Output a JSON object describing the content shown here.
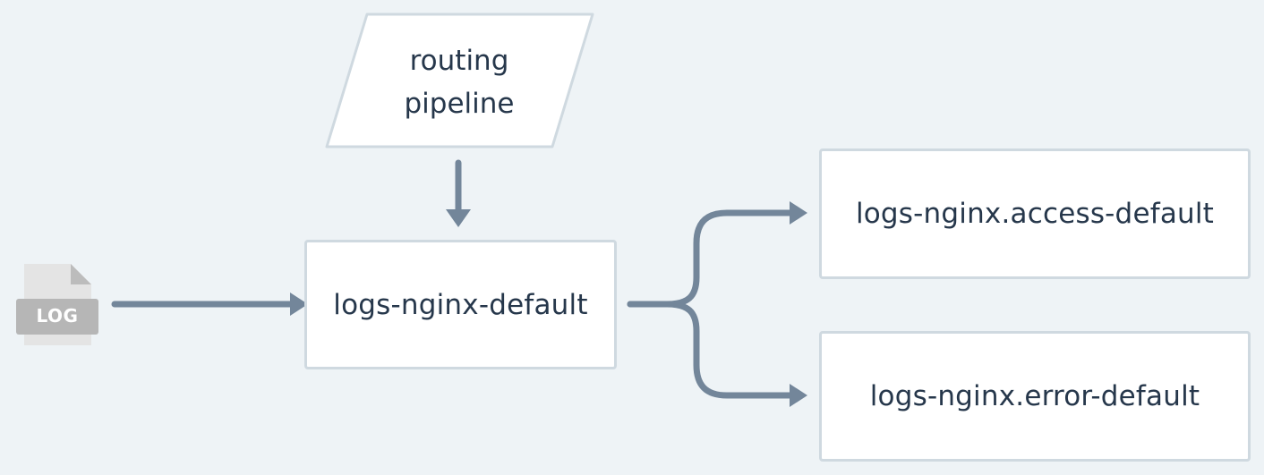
{
  "diagram": {
    "log_icon_label": "LOG",
    "routing_pipeline": [
      "routing",
      "pipeline"
    ],
    "main_stream": "logs-nginx-default",
    "target_streams": [
      "logs-nginx.access-default",
      "logs-nginx.error-default"
    ]
  },
  "colors": {
    "background": "#eef3f6",
    "box_fill": "#ffffff",
    "box_border": "#cfd9e0",
    "arrow": "#73869a",
    "text": "#26374b",
    "log_icon": "#b6b6b6"
  },
  "icons": [
    "log-file-icon"
  ]
}
